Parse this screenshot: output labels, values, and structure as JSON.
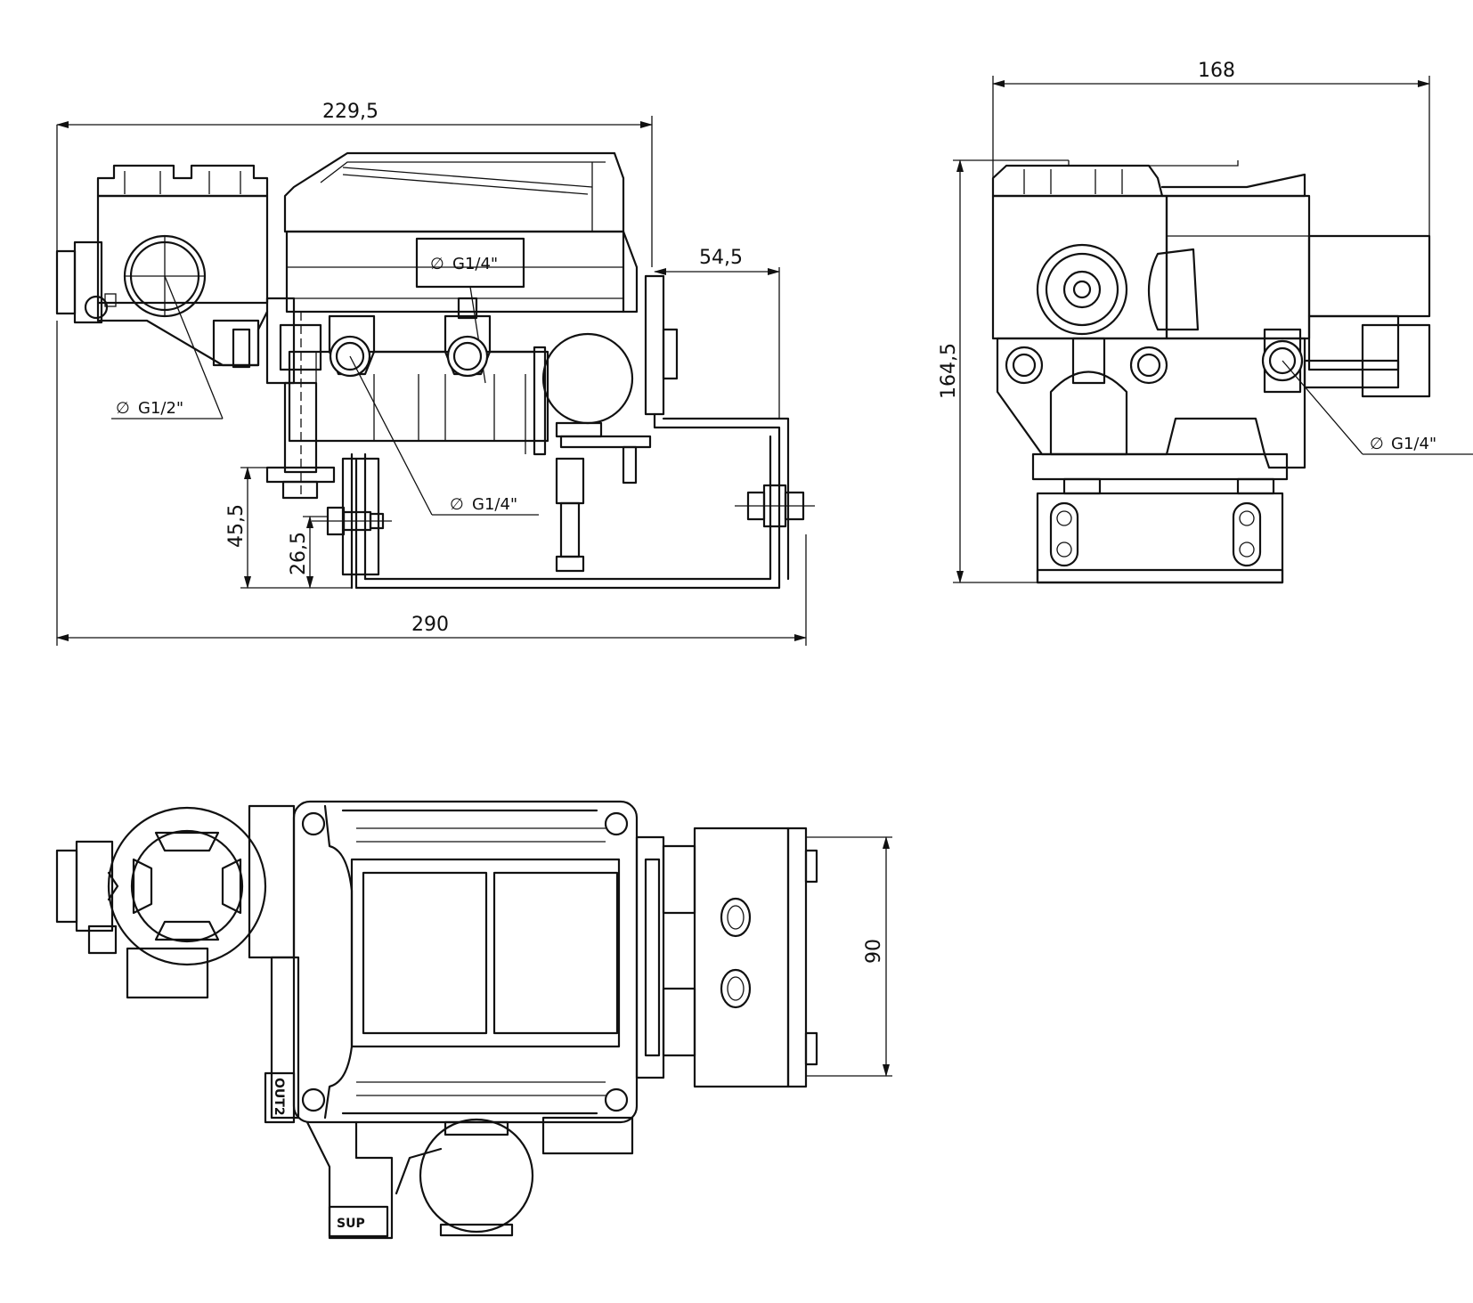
{
  "dimensions": {
    "front_width_top": "229,5",
    "front_width_overall": "290",
    "front_bracket_offset": "54,5",
    "front_height_45": "45,5",
    "front_height_26": "26,5",
    "side_width": "168",
    "side_height": "164,5",
    "top_depth": "90"
  },
  "port_labels": {
    "cable_entry": "G1/2\"",
    "port_top": "G1/4\"",
    "port_bottom": "G1/4\"",
    "port_side": "G1/4\""
  },
  "diameter_symbol": "∅",
  "markings": {
    "out2": "OUT2",
    "sup": "SUP"
  }
}
